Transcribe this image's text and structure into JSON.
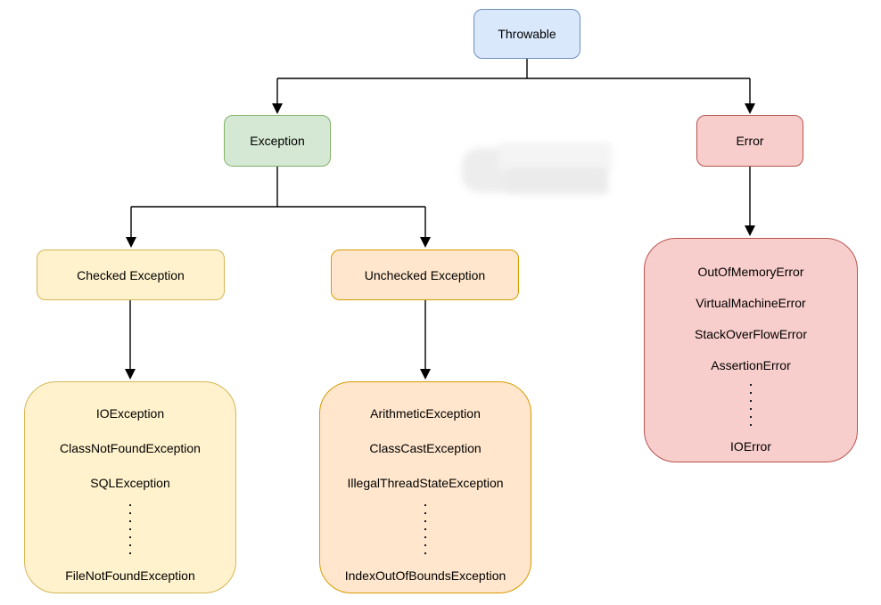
{
  "diagram": {
    "nodes": {
      "throwable": {
        "label": "Throwable",
        "fill": "#dae8fc",
        "border": "#6c8ebf"
      },
      "exception": {
        "label": "Exception",
        "fill": "#d5e8d4",
        "border": "#82b366"
      },
      "error": {
        "label": "Error",
        "fill": "#f8cecc",
        "border": "#b85450"
      },
      "checked_exception": {
        "label": "Checked Exception",
        "fill": "#fff2cc",
        "border": "#d6b656"
      },
      "unchecked_exception": {
        "label": "Unchecked Exception",
        "fill": "#ffe6cc",
        "border": "#d79b00"
      },
      "checked_exception_list": {
        "fill": "#fff2cc",
        "border": "#d6b656",
        "items_top": [
          "IOException",
          "ClassNotFoundException",
          "SQLException"
        ],
        "ellipsis": "⋮",
        "items_bottom": [
          "FileNotFoundException"
        ]
      },
      "unchecked_exception_list": {
        "fill": "#ffe6cc",
        "border": "#d79b00",
        "items_top": [
          "ArithmeticException",
          "ClassCastException",
          "IllegalThreadStateException"
        ],
        "ellipsis": "⋮",
        "items_bottom": [
          "IndexOutOfBoundsException"
        ]
      },
      "error_list": {
        "fill": "#f8cecc",
        "border": "#b85450",
        "items_top": [
          "OutOfMemoryError",
          "VirtualMachineError",
          "StackOverFlowError",
          "AssertionError"
        ],
        "ellipsis": "⋮",
        "items_bottom": [
          "IOError"
        ]
      }
    },
    "edges": [
      {
        "from": "throwable",
        "to": "exception"
      },
      {
        "from": "throwable",
        "to": "error"
      },
      {
        "from": "exception",
        "to": "checked_exception"
      },
      {
        "from": "exception",
        "to": "unchecked_exception"
      },
      {
        "from": "checked_exception",
        "to": "checked_exception_list"
      },
      {
        "from": "unchecked_exception",
        "to": "unchecked_exception_list"
      },
      {
        "from": "error",
        "to": "error_list"
      }
    ],
    "connector_color": "#000000"
  }
}
